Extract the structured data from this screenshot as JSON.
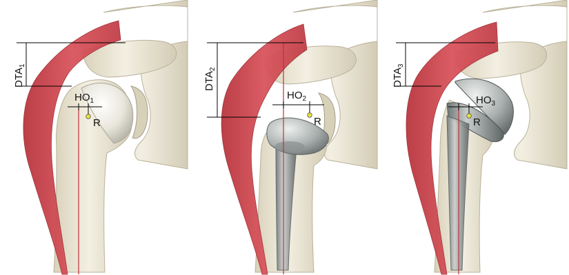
{
  "panels": [
    {
      "id": "anatomic",
      "dta_label": "DTA",
      "dta_sub": "1",
      "ho_label": "HO",
      "ho_sub": "1",
      "r_label": "R"
    },
    {
      "id": "hemiarthroplasty",
      "dta_label": "DTA",
      "dta_sub": "2",
      "ho_label": "HO",
      "ho_sub": "2",
      "r_label": "R"
    },
    {
      "id": "reverse",
      "dta_label": "DTA",
      "dta_sub": "3",
      "ho_label": "HO",
      "ho_sub": "3",
      "r_label": "R"
    }
  ],
  "colors": {
    "deltoid": "#cf4a52",
    "bone": "#ece7d6",
    "bone_shade": "#cfc8b2",
    "implant": "#9aa0a0",
    "implant_dark": "#6e7474",
    "axis_line": "#c0303a",
    "rotation_center": "#e8e23a"
  }
}
